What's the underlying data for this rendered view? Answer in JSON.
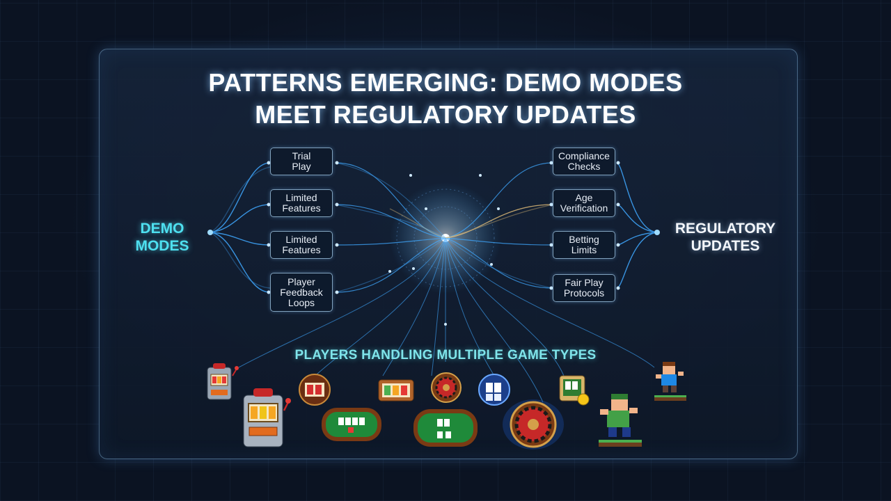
{
  "title": {
    "line1": "PATTERNS EMERGING: DEMO MODES",
    "line2": "MEET REGULATORY UPDATES"
  },
  "left_group": {
    "label_line1": "DEMO",
    "label_line2": "MODES",
    "label_color": "#4ee0f0",
    "nodes": [
      {
        "lines": [
          "Trial",
          "Play"
        ]
      },
      {
        "lines": [
          "Limited",
          "Features"
        ]
      },
      {
        "lines": [
          "Limited",
          "Features"
        ]
      },
      {
        "lines": [
          "Player",
          "Feedback",
          "Loops"
        ]
      }
    ]
  },
  "right_group": {
    "label_line1": "REGULATORY",
    "label_line2": "UPDATES",
    "nodes": [
      {
        "lines": [
          "Compliance",
          "Checks"
        ]
      },
      {
        "lines": [
          "Age",
          "Verification"
        ]
      },
      {
        "lines": [
          "Betting",
          "Limits"
        ]
      },
      {
        "lines": [
          "Fair Play",
          "Protocols"
        ]
      }
    ]
  },
  "bottom": {
    "title": "PLAYERS HANDLING MULTIPLE GAME TYPES",
    "icons": [
      "slot-machine-icon",
      "slot-machine-icon",
      "slot-reels-icon",
      "poker-table-icon",
      "slot-reels-icon",
      "roulette-icon",
      "poker-table-icon",
      "card-game-icon",
      "roulette-wheel-icon",
      "card-game-icon",
      "pixel-character-icon",
      "pixel-character-icon"
    ]
  },
  "colors": {
    "background": "#0b1322",
    "accent_cyan": "#4ee0f0",
    "flow_blue": "#3fa8ff",
    "flow_gold": "#e8c27a"
  }
}
